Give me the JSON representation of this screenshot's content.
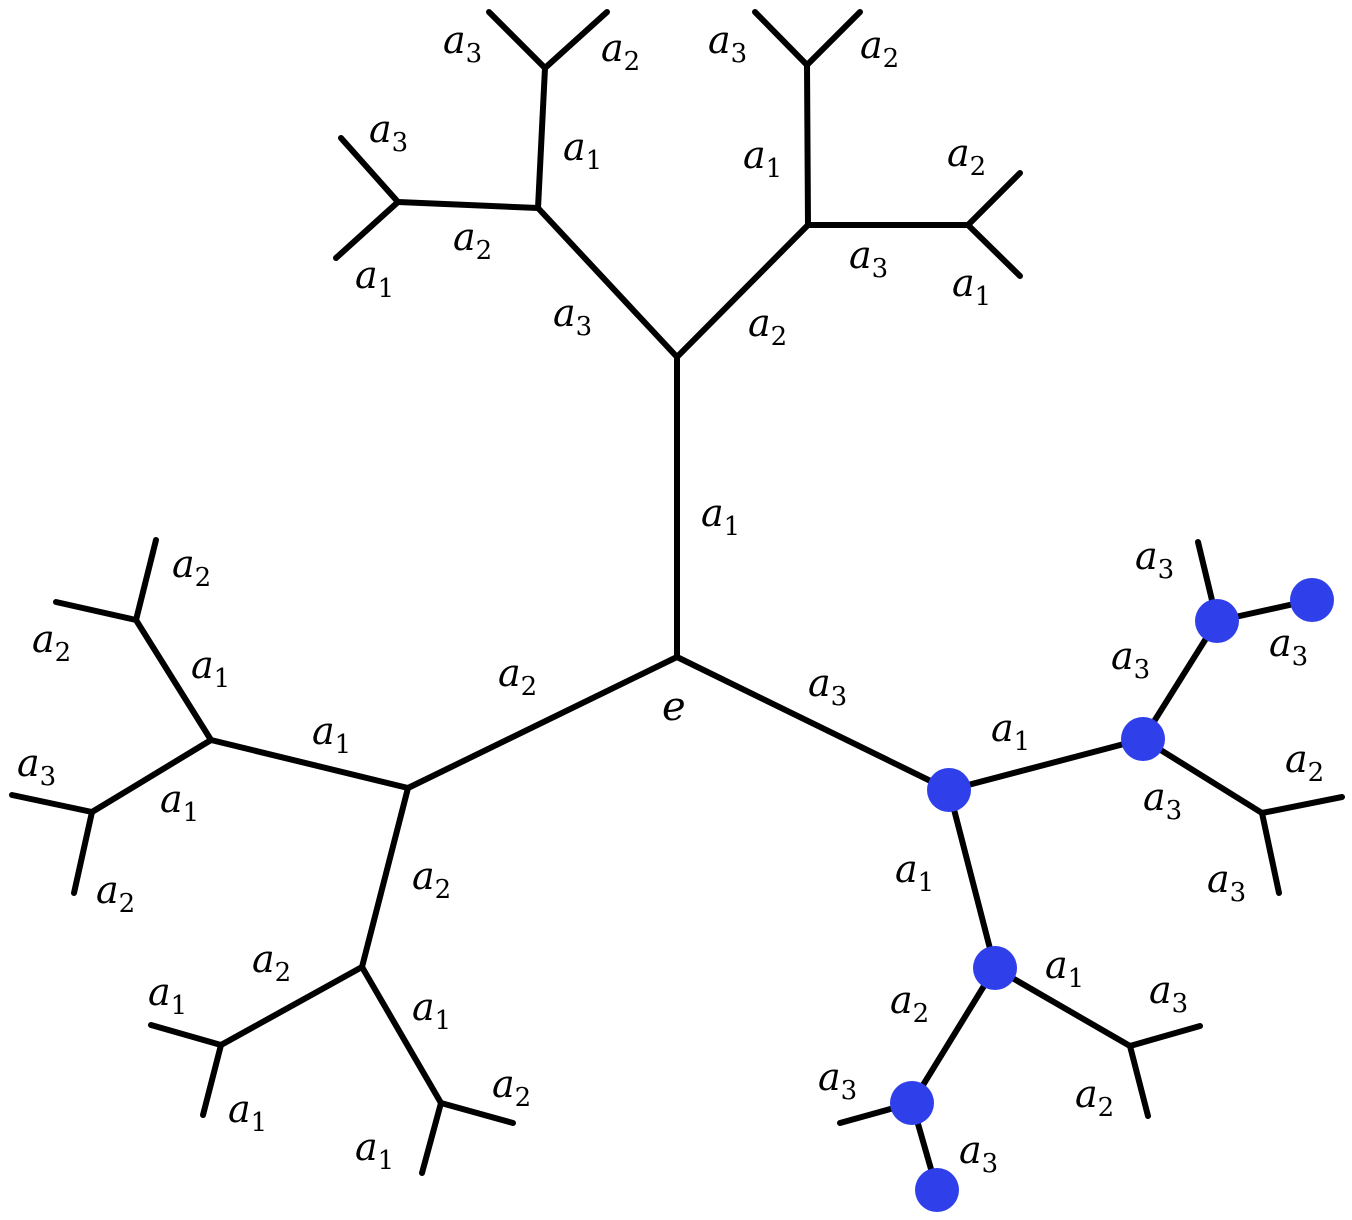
{
  "origin_label": "e",
  "generator_labels": {
    "a1": "a",
    "a2": "a",
    "a3": "a"
  },
  "edge_color": "#000000",
  "highlight_color": "#2f3fea",
  "labels": [
    {
      "id": "t1",
      "base": "a",
      "sub": "3"
    },
    {
      "id": "t2",
      "base": "a",
      "sub": "2"
    },
    {
      "id": "t3",
      "base": "a",
      "sub": "3"
    },
    {
      "id": "t4",
      "base": "a",
      "sub": "2"
    },
    {
      "id": "t5",
      "base": "a",
      "sub": "3"
    },
    {
      "id": "t6",
      "base": "a",
      "sub": "1"
    },
    {
      "id": "t7",
      "base": "a",
      "sub": "1"
    },
    {
      "id": "t8",
      "base": "a",
      "sub": "2"
    },
    {
      "id": "t9",
      "base": "a",
      "sub": "2"
    },
    {
      "id": "t10",
      "base": "a",
      "sub": "3"
    },
    {
      "id": "t11",
      "base": "a",
      "sub": "1"
    },
    {
      "id": "t12",
      "base": "a",
      "sub": "1"
    },
    {
      "id": "t13",
      "base": "a",
      "sub": "3"
    },
    {
      "id": "t14",
      "base": "a",
      "sub": "2"
    },
    {
      "id": "t15",
      "base": "a",
      "sub": "1"
    },
    {
      "id": "t16",
      "base": "a",
      "sub": "2"
    },
    {
      "id": "t17",
      "base": "a",
      "sub": "3"
    },
    {
      "id": "t18",
      "base": "a",
      "sub": "2"
    },
    {
      "id": "t19",
      "base": "a",
      "sub": "3"
    },
    {
      "id": "t20",
      "base": "a",
      "sub": "1"
    },
    {
      "id": "t21",
      "base": "a",
      "sub": "3"
    },
    {
      "id": "t22",
      "base": "a",
      "sub": "3"
    },
    {
      "id": "t23",
      "base": "a",
      "sub": "2"
    },
    {
      "id": "t24",
      "base": "a",
      "sub": "1"
    },
    {
      "id": "t25",
      "base": "a",
      "sub": "1"
    },
    {
      "id": "t26",
      "base": "a",
      "sub": "2"
    },
    {
      "id": "t27",
      "base": "a",
      "sub": "3"
    },
    {
      "id": "t28",
      "base": "a",
      "sub": "3"
    },
    {
      "id": "t29",
      "base": "a",
      "sub": "1"
    },
    {
      "id": "t30",
      "base": "a",
      "sub": "1"
    },
    {
      "id": "t31",
      "base": "a",
      "sub": "2"
    },
    {
      "id": "t32",
      "base": "a",
      "sub": "3"
    },
    {
      "id": "t33",
      "base": "a",
      "sub": "2"
    },
    {
      "id": "t34",
      "base": "a",
      "sub": "1"
    },
    {
      "id": "t35",
      "base": "a",
      "sub": "2"
    },
    {
      "id": "t36",
      "base": "a",
      "sub": "3"
    },
    {
      "id": "t37",
      "base": "a",
      "sub": "1"
    },
    {
      "id": "t38",
      "base": "a",
      "sub": "2"
    },
    {
      "id": "t39",
      "base": "a",
      "sub": "1"
    },
    {
      "id": "t40",
      "base": "a",
      "sub": "3"
    },
    {
      "id": "t41",
      "base": "a",
      "sub": "2"
    },
    {
      "id": "t42",
      "base": "a",
      "sub": "2"
    },
    {
      "id": "t43",
      "base": "a",
      "sub": "1"
    },
    {
      "id": "t44",
      "base": "a",
      "sub": "3"
    },
    {
      "id": "t45",
      "base": "a",
      "sub": "1"
    }
  ]
}
